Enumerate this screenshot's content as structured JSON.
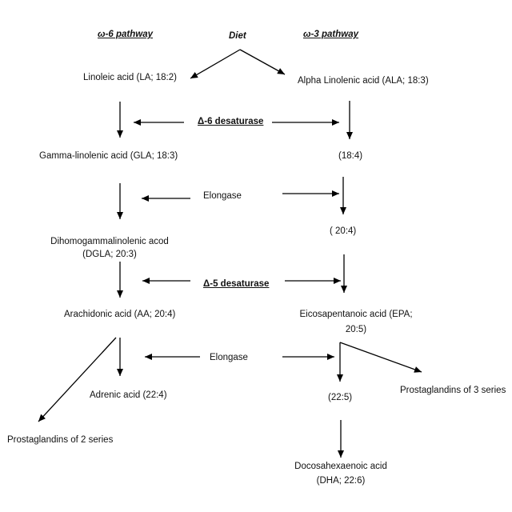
{
  "headers": {
    "omega6": "ω-6 pathway",
    "diet": "Diet",
    "omega3": "ω-3 pathway"
  },
  "omega6_nodes": {
    "la": "Linoleic acid (LA; 18:2)",
    "gla": "Gamma-linolenic acid (GLA; 18:3)",
    "dgla_line1": "Dihomogammalinolenic acod",
    "dgla_line2": "(DGLA; 20:3)",
    "aa": "Arachidonic acid (AA; 20:4)",
    "adrenic": "Adrenic acid (22:4)",
    "pg2": "Prostaglandins of 2 series"
  },
  "omega3_nodes": {
    "ala": "Alpha Linolenic acid (ALA; 18:3)",
    "n184": "(18:4)",
    "n204": "( 20:4)",
    "epa_line1": "Eicosapentanoic acid  (EPA;",
    "epa_line2": "20:5)",
    "n225": "(22:5)",
    "pg3": "Prostaglandins of 3 series",
    "dha_line1": "Docosahexaenoic acid",
    "dha_line2": "(DHA; 22:6)"
  },
  "enzymes": {
    "d6": "Δ-6 desaturase",
    "elongase1": "Elongase",
    "d5": "Δ-5 desaturase",
    "elongase2": "Elongase"
  }
}
